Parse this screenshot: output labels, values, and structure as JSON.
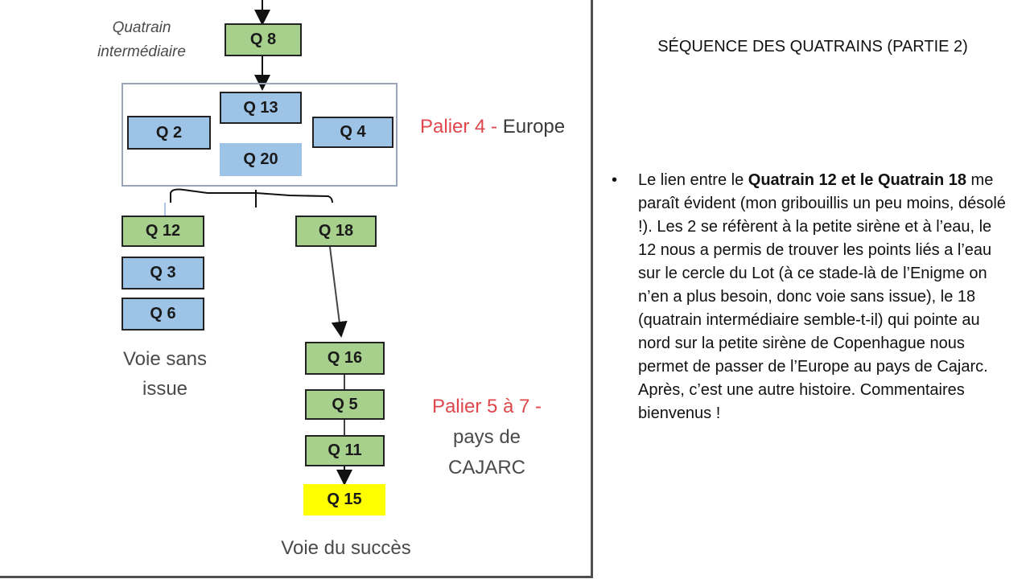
{
  "slide": {
    "title": "SÉQUENCE DES QUATRAINS (PARTIE 2)",
    "bullet": {
      "marker": "•",
      "pre": "Le lien entre le ",
      "bold": "Quatrain 12 et le Quatrain 18",
      "post": " me paraît évident (mon gribouillis un peu moins, désolé !). Les 2 se réfèrent à la petite sirène et à l’eau, le 12 nous a permis de trouver les points liés a l’eau sur le cercle du Lot (à ce stade-là de l’Enigme on n’en a plus besoin, donc voie sans issue), le 18 (quatrain intermédiaire semble-t-il) qui pointe au nord sur la petite sirène de Copenhague nous permet de passer de l’Europe au pays de Cajarc. Après, c’est une autre histoire. Commentaires bienvenus !"
    }
  },
  "diagram": {
    "intermediate_label_line1": "Quatrain",
    "intermediate_label_line2": "intermédiaire",
    "boxes": {
      "q8": "Q 8",
      "q13": "Q 13",
      "q2": "Q 2",
      "q4": "Q 4",
      "q20": "Q 20",
      "q12": "Q 12",
      "q3": "Q 3",
      "q6": "Q 6",
      "q18": "Q 18",
      "q16": "Q 16",
      "q5": "Q 5",
      "q11": "Q 11",
      "q15": "Q 15"
    },
    "palier4_red": "Palier 4 -",
    "palier4_rest": " Europe",
    "palier5_red": "Palier 5 à 7 -",
    "palier5_line2": "pays de",
    "palier5_line3": "CAJARC",
    "dead_end_line1": "Voie sans",
    "dead_end_line2": "issue",
    "success_path": "Voie du succès"
  },
  "colors": {
    "green_box": "#a8d08d",
    "blue_box": "#9dc3e6",
    "yellow_box": "#ffff00",
    "palier_red": "#e0474c"
  }
}
